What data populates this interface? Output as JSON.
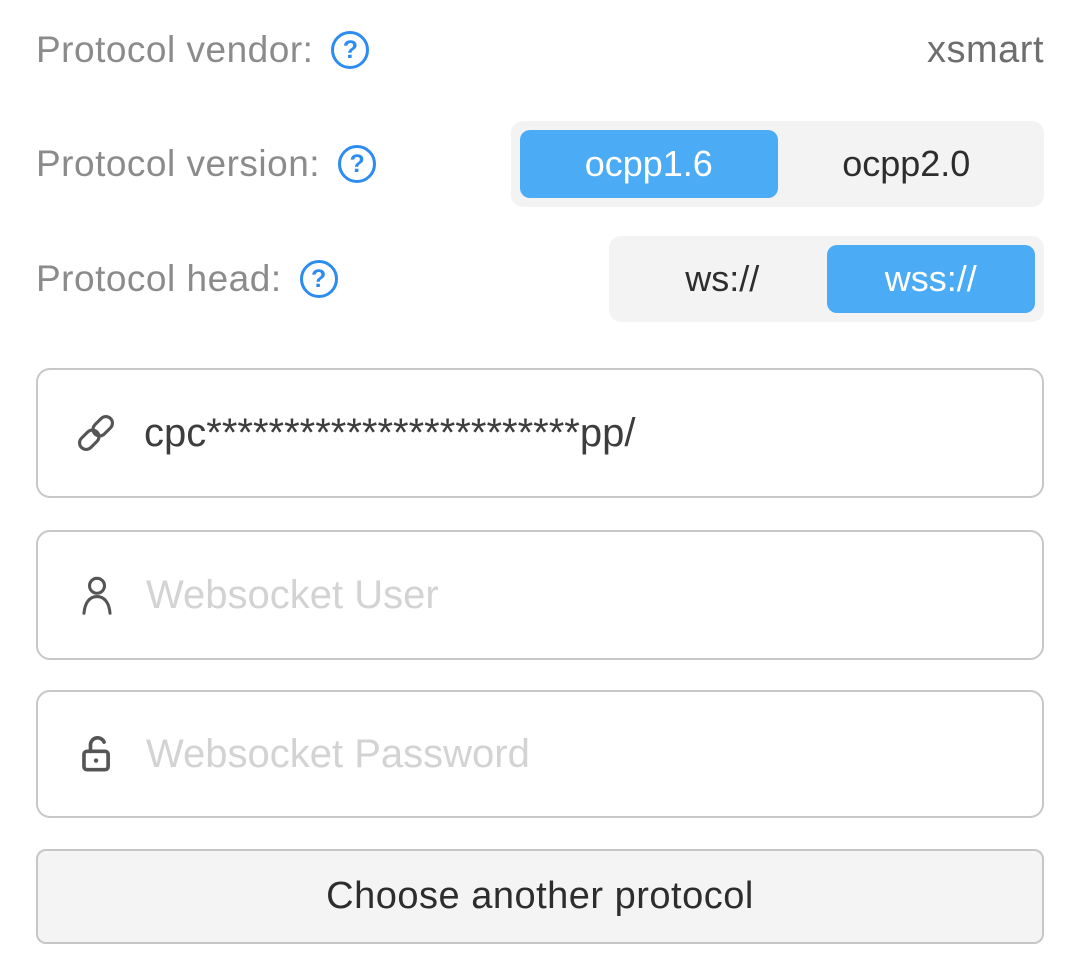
{
  "colors": {
    "accent_blue": "#4babf5",
    "help_icon_blue": "#2d8cf0",
    "label_gray": "#8b8b8b",
    "segment_background": "#f3f3f4",
    "input_border": "#c8c8c8",
    "placeholder_gray": "#d3d3d3",
    "button_background": "#f4f4f4"
  },
  "form": {
    "vendor_row": {
      "label": "Protocol vendor:",
      "help_icon": "question-circle-icon",
      "help_glyph": "?",
      "value": "xsmart"
    },
    "version_row": {
      "label": "Protocol version:",
      "help_icon": "question-circle-icon",
      "help_glyph": "?",
      "options": [
        {
          "label": "ocpp1.6",
          "selected": true
        },
        {
          "label": "ocpp2.0",
          "selected": false
        }
      ]
    },
    "head_row": {
      "label": "Protocol head:",
      "help_icon": "question-circle-icon",
      "help_glyph": "?",
      "options": [
        {
          "label": "ws://",
          "selected": false
        },
        {
          "label": "wss://",
          "selected": true
        }
      ]
    },
    "url_field": {
      "icon": "link-icon",
      "value": "cpc************************pp/"
    },
    "user_field": {
      "icon": "person-icon",
      "value": "",
      "placeholder": "Websocket User"
    },
    "password_field": {
      "icon": "lock-open-icon",
      "value": "",
      "placeholder": "Websocket Password"
    },
    "choose_button": {
      "label": "Choose another protocol"
    }
  }
}
